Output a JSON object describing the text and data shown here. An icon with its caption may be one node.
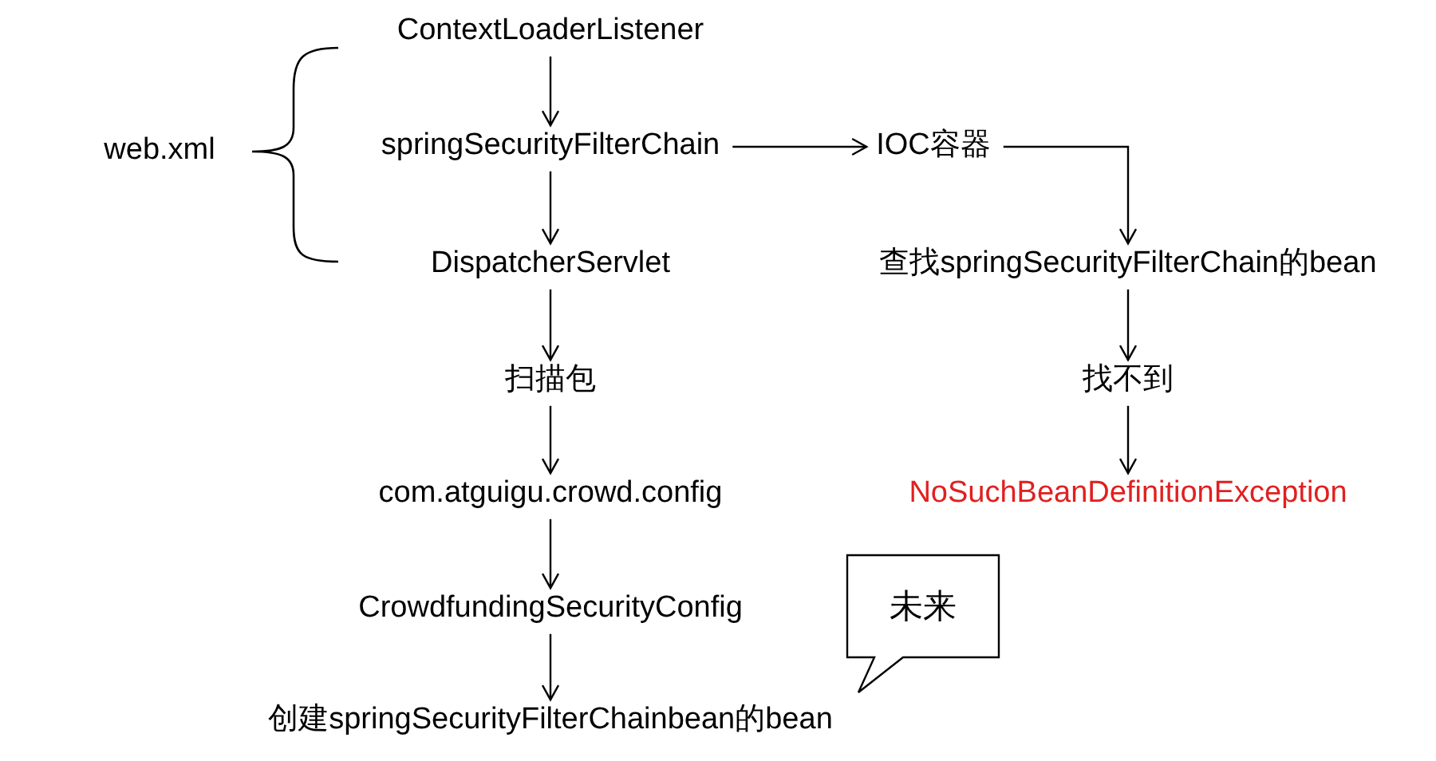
{
  "diagram": {
    "nodes": [
      {
        "text": [
          "web.xml"
        ]
      },
      {
        "text": [
          "ContextLoaderListener"
        ]
      },
      {
        "text": [
          "springSecurityFilterChain"
        ]
      },
      {
        "text": [
          "DispatcherServlet"
        ]
      },
      {
        "text": [
          "扫描包"
        ]
      },
      {
        "text": [
          "com.atguigu.crowd.config"
        ]
      },
      {
        "text": [
          "CrowdfundingSecurityConfig"
        ]
      },
      {
        "text": [
          "创建springSecurityFilterChainbean的bean"
        ]
      },
      {
        "text": [
          "IOC容器"
        ]
      },
      {
        "text": [
          "查找springSecurityFilterChain的bean"
        ]
      },
      {
        "text": [
          "找不到"
        ]
      },
      {
        "text": [
          "NoSuchBeanDefinitionException"
        ]
      },
      {
        "text": [
          "未来"
        ]
      }
    ],
    "edges": [
      {
        "from": 1,
        "to": 2,
        "arrow": "to"
      },
      {
        "from": 2,
        "to": 3,
        "arrow": "to"
      },
      {
        "from": 3,
        "to": 4,
        "arrow": "to"
      },
      {
        "from": 4,
        "to": 5,
        "arrow": "to"
      },
      {
        "from": 5,
        "to": 6,
        "arrow": "to"
      },
      {
        "from": 6,
        "to": 7,
        "arrow": "to"
      },
      {
        "from": 2,
        "to": 8,
        "arrow": "to"
      },
      {
        "from": 8,
        "to": 9,
        "arrow": "to"
      },
      {
        "from": 9,
        "to": 10,
        "arrow": "to"
      },
      {
        "from": 10,
        "to": 11,
        "arrow": "to"
      }
    ]
  }
}
